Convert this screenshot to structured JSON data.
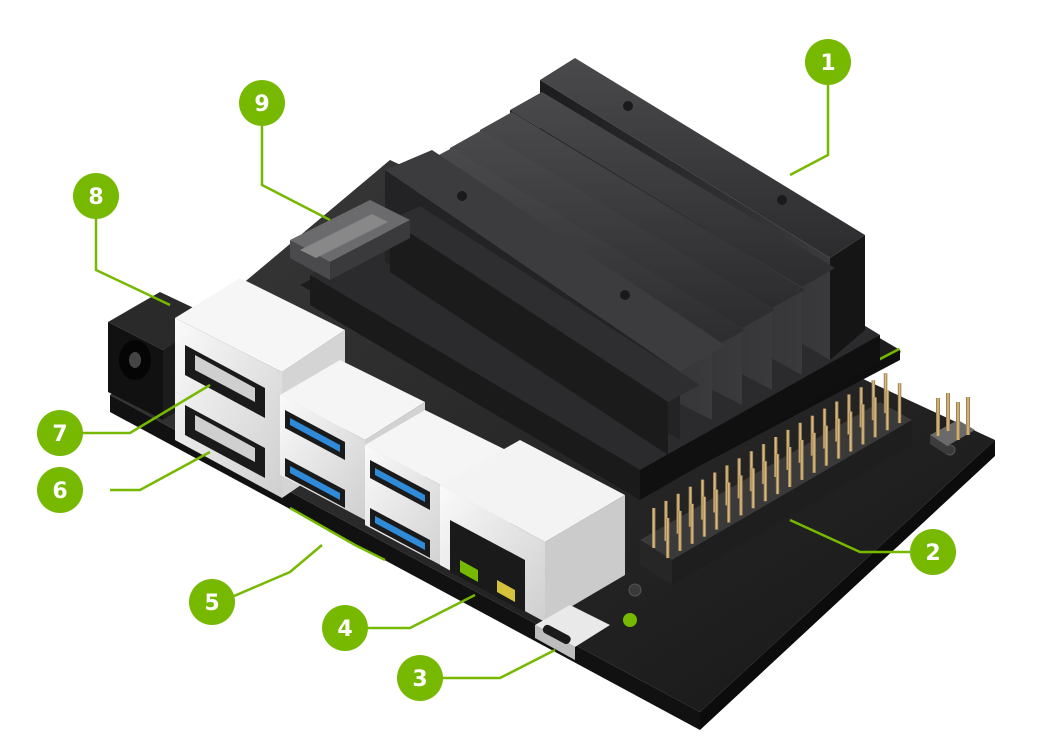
{
  "colors": {
    "accent": "#76b900",
    "heatsink": "#2a2a2c",
    "board": "#242424",
    "usb_blue": "#2f8ad8",
    "port_silver": "#e8e8e8",
    "gold_pin": "#c9a66b"
  },
  "callouts": [
    {
      "id": "heatsink",
      "label": "1"
    },
    {
      "id": "gpio-header",
      "label": "2"
    },
    {
      "id": "usb-c-port",
      "label": "3"
    },
    {
      "id": "ethernet-port",
      "label": "4"
    },
    {
      "id": "usb3-ports",
      "label": "5"
    },
    {
      "id": "hdmi-port",
      "label": "6"
    },
    {
      "id": "displayport",
      "label": "7"
    },
    {
      "id": "dc-barrel-jack",
      "label": "8"
    },
    {
      "id": "mipi-csi-camera-connector",
      "label": "9"
    }
  ]
}
